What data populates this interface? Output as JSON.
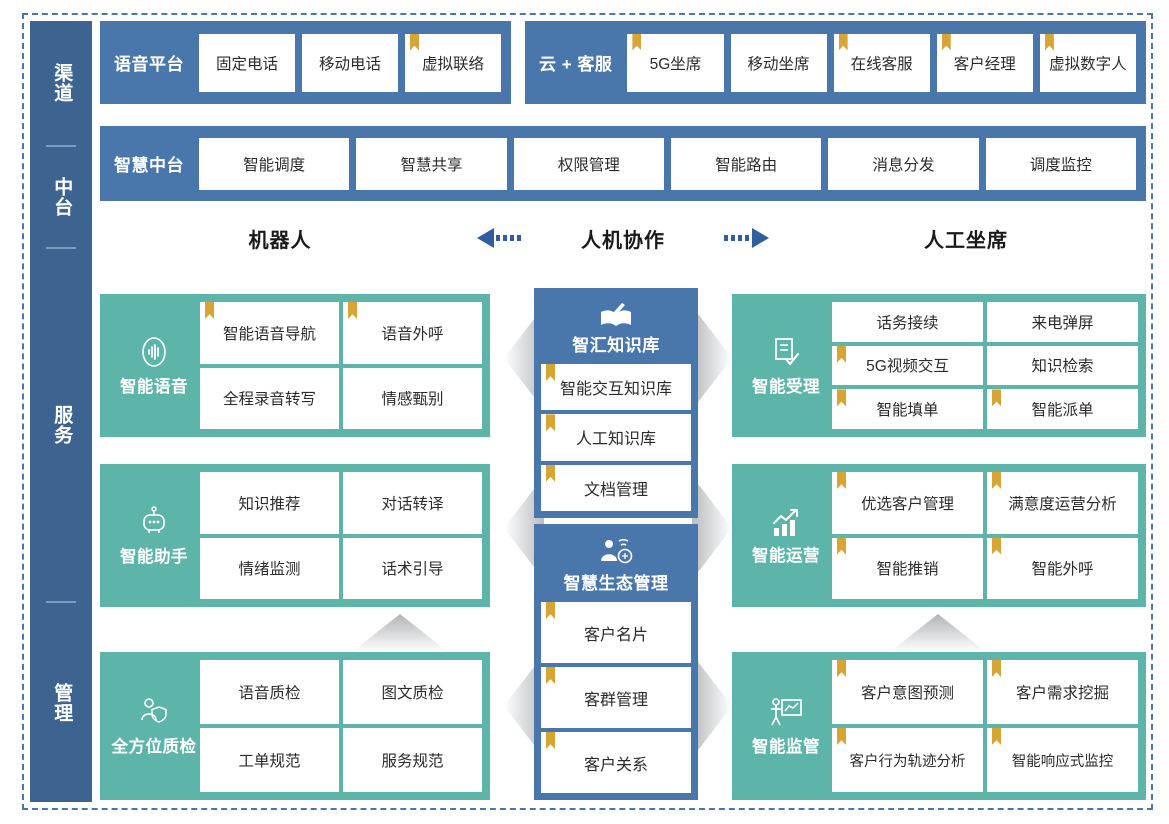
{
  "colors": {
    "blue": "#4a77ab",
    "sidebar_blue": "#3d6490",
    "teal": "#5cb5a8",
    "marker_orange": "#d8a434",
    "arrow_blue": "#2f5f9e",
    "gray_arrow": "#b9bcc0"
  },
  "sidebar": {
    "items": [
      {
        "label": "渠道"
      },
      {
        "label": "中台"
      },
      {
        "label": "服务"
      },
      {
        "label": "管理"
      }
    ]
  },
  "channel_row": {
    "groups": [
      {
        "title": "语音平台",
        "cells": [
          {
            "label": "固定电话",
            "marked": false
          },
          {
            "label": "移动电话",
            "marked": false
          },
          {
            "label": "虚拟联络",
            "marked": true
          }
        ]
      },
      {
        "title": "云 + 客服",
        "cells": [
          {
            "label": "5G坐席",
            "marked": true
          },
          {
            "label": "移动坐席",
            "marked": false
          },
          {
            "label": "在线客服",
            "marked": true
          },
          {
            "label": "客户经理",
            "marked": true
          },
          {
            "label": "虚拟数字人",
            "marked": true
          }
        ]
      }
    ]
  },
  "platform_row": {
    "title": "智慧中台",
    "cells": [
      {
        "label": "智能调度",
        "marked": false
      },
      {
        "label": "智慧共享",
        "marked": false
      },
      {
        "label": "权限管理",
        "marked": false
      },
      {
        "label": "智能路由",
        "marked": false
      },
      {
        "label": "消息分发",
        "marked": false
      },
      {
        "label": "调度监控",
        "marked": false
      }
    ]
  },
  "column_headers": {
    "left": "机器人",
    "middle": "人机协作",
    "right": "人工坐席",
    "arrow_left_icon": "arrow-left-icon",
    "arrow_right_icon": "arrow-right-icon"
  },
  "left_column": {
    "modules": [
      {
        "label": "智能语音",
        "icon": "voice-wave-icon",
        "rows": 2,
        "cells": [
          {
            "label": "智能语音导航",
            "marked": true
          },
          {
            "label": "语音外呼",
            "marked": true
          },
          {
            "label": "全程录音转写",
            "marked": false
          },
          {
            "label": "情感甄别",
            "marked": false
          }
        ]
      },
      {
        "label": "智能助手",
        "icon": "robot-icon",
        "rows": 2,
        "cells": [
          {
            "label": "知识推荐",
            "marked": false
          },
          {
            "label": "对话转译",
            "marked": false
          },
          {
            "label": "情绪监测",
            "marked": false
          },
          {
            "label": "话术引导",
            "marked": false
          }
        ]
      },
      {
        "label": "全方位质检",
        "icon": "person-shield-icon",
        "rows": 2,
        "cells": [
          {
            "label": "语音质检",
            "marked": false
          },
          {
            "label": "图文质检",
            "marked": false
          },
          {
            "label": "工单规范",
            "marked": false
          },
          {
            "label": "服务规范",
            "marked": false
          }
        ]
      }
    ]
  },
  "center_column": {
    "blocks": [
      {
        "title": "智汇知识库",
        "icon": "open-book-pen-icon",
        "cells": [
          {
            "label": "智能交互知识库",
            "marked": true
          },
          {
            "label": "人工知识库",
            "marked": true
          },
          {
            "label": "文档管理",
            "marked": true
          }
        ]
      },
      {
        "title": "智慧生态管理",
        "icon": "person-network-icon",
        "cells": [
          {
            "label": "客户名片",
            "marked": true
          },
          {
            "label": "客群管理",
            "marked": true
          },
          {
            "label": "客户关系",
            "marked": true
          }
        ]
      }
    ]
  },
  "right_column": {
    "modules": [
      {
        "label": "智能受理",
        "icon": "document-check-icon",
        "rows": 3,
        "cells": [
          {
            "label": "话务接续",
            "marked": false
          },
          {
            "label": "来电弹屏",
            "marked": false
          },
          {
            "label": "5G视频交互",
            "marked": true
          },
          {
            "label": "知识检索",
            "marked": false
          },
          {
            "label": "智能填单",
            "marked": true
          },
          {
            "label": "智能派单",
            "marked": true
          }
        ]
      },
      {
        "label": "智能运营",
        "icon": "chart-growth-icon",
        "rows": 2,
        "cells": [
          {
            "label": "优选客户管理",
            "marked": true
          },
          {
            "label": "满意度运营分析",
            "marked": true
          },
          {
            "label": "智能推销",
            "marked": true
          },
          {
            "label": "智能外呼",
            "marked": true
          }
        ]
      },
      {
        "label": "智能监管",
        "icon": "presenter-board-icon",
        "rows": 2,
        "cells": [
          {
            "label": "客户意图预测",
            "marked": true
          },
          {
            "label": "客户需求挖掘",
            "marked": true
          },
          {
            "label": "客户行为轨迹分析",
            "marked": true
          },
          {
            "label": "智能响应式监控",
            "marked": true
          }
        ]
      }
    ]
  }
}
